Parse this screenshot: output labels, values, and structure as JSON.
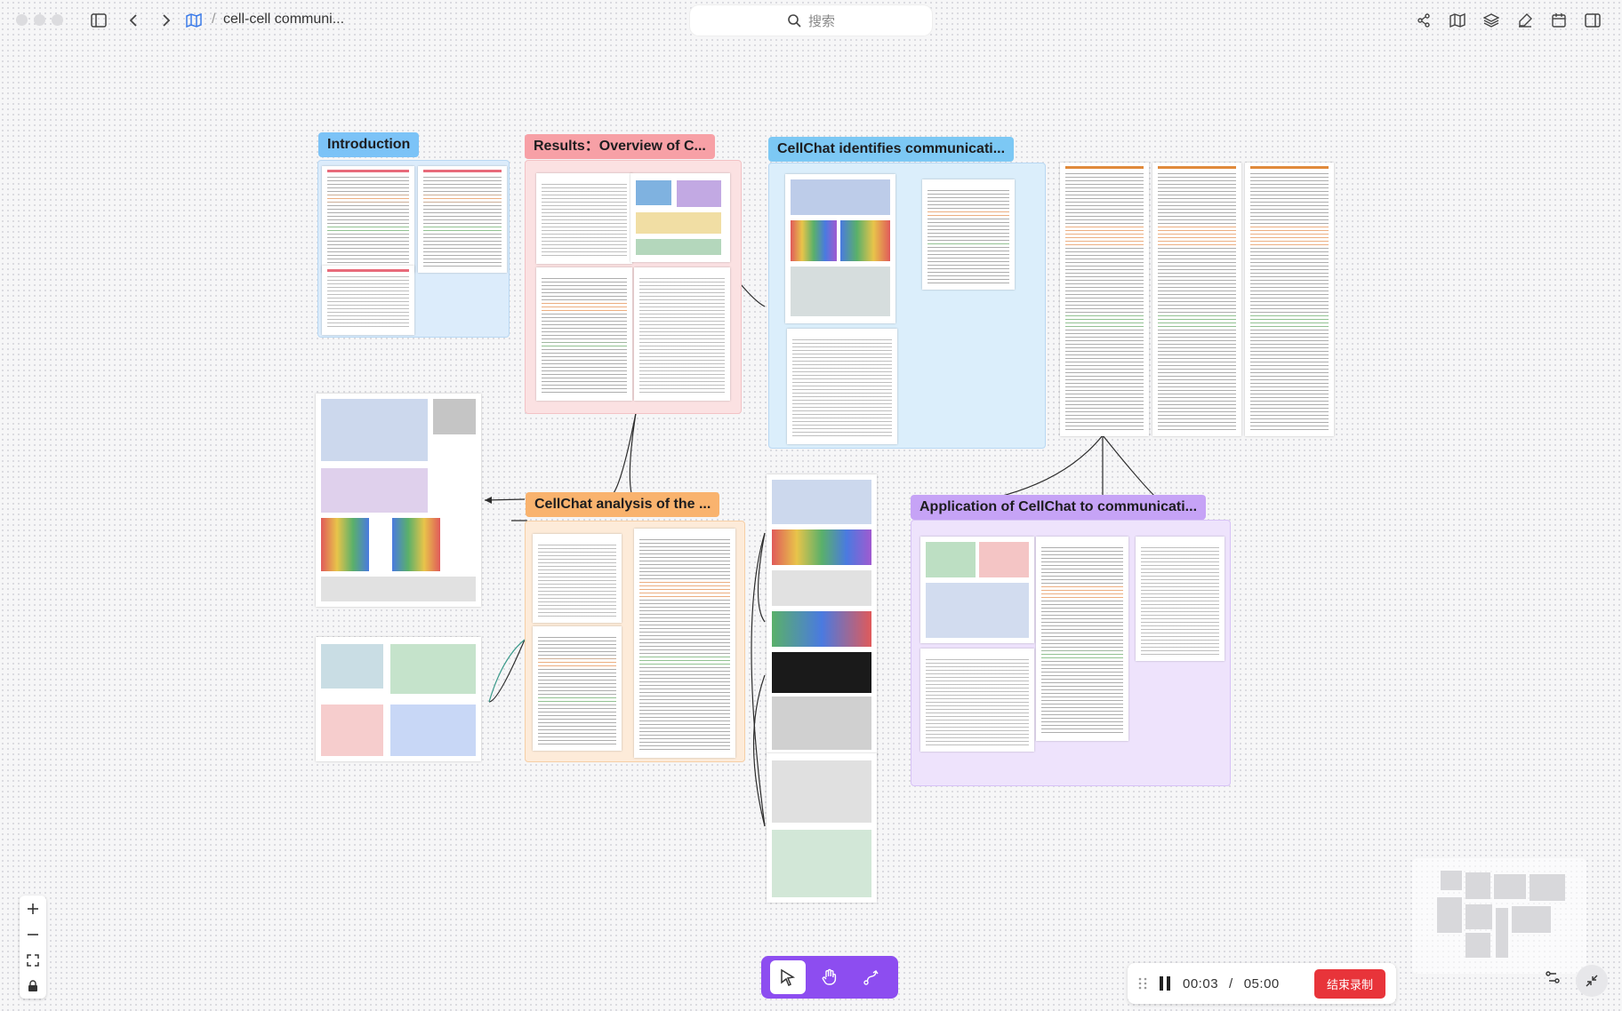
{
  "window": {
    "breadcrumb_separator": "/",
    "doc_title": "cell-cell communi..."
  },
  "search": {
    "placeholder": "搜索"
  },
  "toolbar_right_icons": [
    "share-icon",
    "map-icon",
    "layers-icon",
    "highlighter-icon",
    "calendar-icon",
    "panel-icon"
  ],
  "canvas": {
    "groups": [
      {
        "id": "introduction",
        "title": "Introduction",
        "tag_color": "#7cc3f7",
        "bg": "#dcecfb"
      },
      {
        "id": "results",
        "title": "Results：Overview of C...",
        "tag_color": "#f7a0a6",
        "bg": "#fbe1e2"
      },
      {
        "id": "identifies",
        "title": "CellChat identifies communicati...",
        "tag_color": "#7cc8f4",
        "bg": "#dbeefb"
      },
      {
        "id": "analysis",
        "title": "CellChat analysis of the ...",
        "tag_color": "#f9b36e",
        "bg": "#fdebd9"
      },
      {
        "id": "application",
        "title": "Application of CellChat to communicati...",
        "tag_color": "#c6a3f6",
        "bg": "#eee3fc"
      }
    ]
  },
  "zoom_controls": [
    "zoom-in-icon",
    "zoom-out-icon",
    "fit-screen-icon",
    "lock-icon"
  ],
  "bottom_toolbar": {
    "tools": [
      "select-tool",
      "hand-tool",
      "connector-tool"
    ],
    "active": "select-tool",
    "accent": "#8d4df0"
  },
  "recorder": {
    "elapsed": "00:03",
    "separator": "/",
    "total": "05:00",
    "end_label": "结束录制",
    "button_color": "#e8343a"
  }
}
